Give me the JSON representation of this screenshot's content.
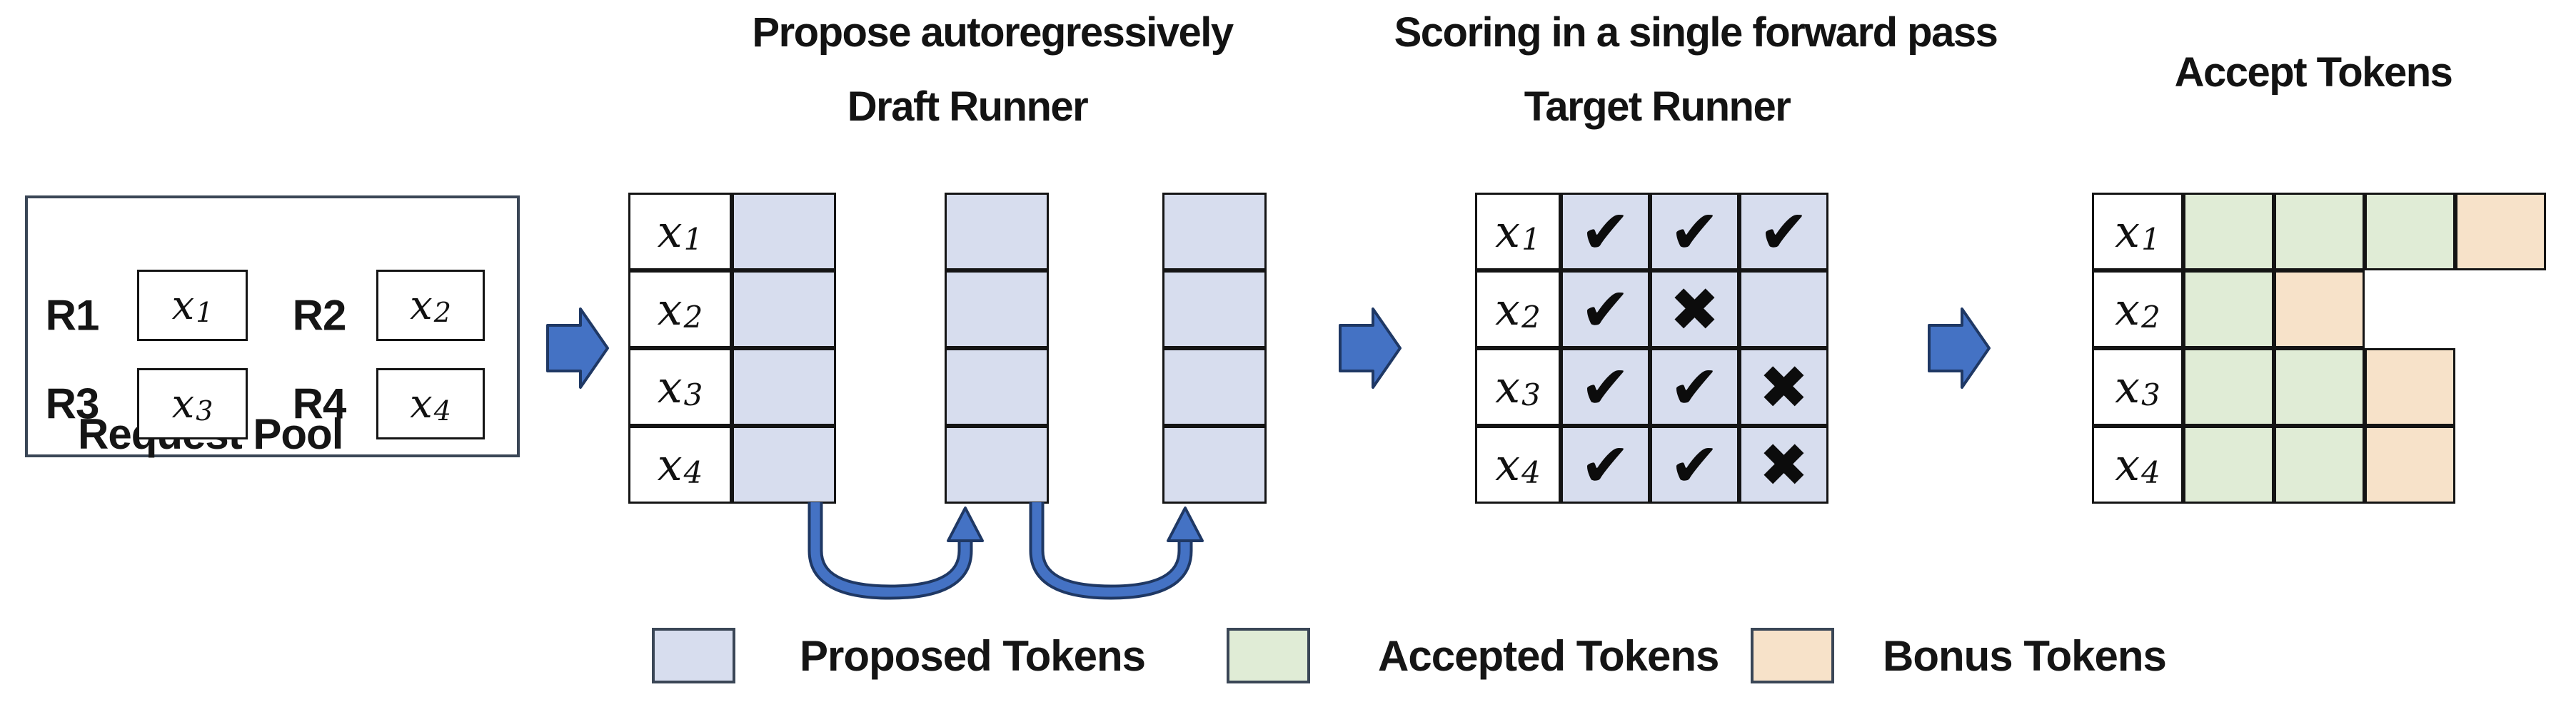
{
  "headers": {
    "propose": "Propose autoregressively",
    "draft_runner": "Draft Runner",
    "scoring": "Scoring in a single forward pass",
    "target_runner": "Target Runner",
    "accept": "Accept Tokens"
  },
  "request_pool": {
    "title": "Request Pool",
    "items": [
      {
        "id": "R1",
        "token": {
          "base": "x",
          "sub": "1"
        }
      },
      {
        "id": "R2",
        "token": {
          "base": "x",
          "sub": "2"
        }
      },
      {
        "id": "R3",
        "token": {
          "base": "x",
          "sub": "3"
        }
      },
      {
        "id": "R4",
        "token": {
          "base": "x",
          "sub": "4"
        }
      }
    ]
  },
  "row_labels": [
    {
      "base": "x",
      "sub": "1"
    },
    {
      "base": "x",
      "sub": "2"
    },
    {
      "base": "x",
      "sub": "3"
    },
    {
      "base": "x",
      "sub": "4"
    }
  ],
  "draft": {
    "iteration_columns": 3
  },
  "target": {
    "marks": [
      [
        "✔",
        "✔",
        "✔"
      ],
      [
        "✔",
        "✖",
        ""
      ],
      [
        "✔",
        "✔",
        "✖"
      ],
      [
        "✔",
        "✔",
        "✖"
      ]
    ]
  },
  "accept": {
    "rows": [
      [
        "accepted",
        "accepted",
        "accepted",
        "bonus"
      ],
      [
        "accepted",
        "bonus"
      ],
      [
        "accepted",
        "accepted",
        "bonus"
      ],
      [
        "accepted",
        "accepted",
        "bonus"
      ]
    ]
  },
  "legend": {
    "items": [
      {
        "swatch": "proposed",
        "label": "Proposed Tokens"
      },
      {
        "swatch": "accepted",
        "label": "Accepted Tokens"
      },
      {
        "swatch": "bonus",
        "label": "Bonus Tokens"
      }
    ]
  },
  "colors": {
    "proposed": "#d7ddee",
    "accepted": "#e0ecd6",
    "bonus": "#f7e2c9",
    "arrow": "#4472c4",
    "arrow_dark": "#1f3864",
    "border": "#141414",
    "frame": "#3a4656"
  }
}
